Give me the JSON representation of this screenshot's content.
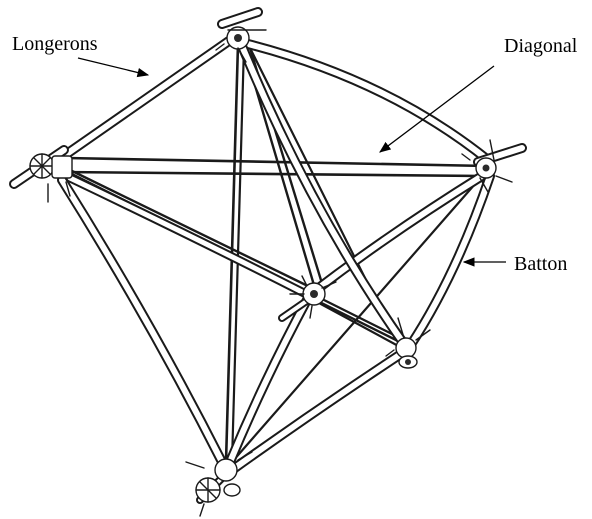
{
  "labels": {
    "longerons": "Longerons",
    "diagonal": "Diagonal",
    "batton": "Batton"
  },
  "colors": {
    "ink": "#1a1a1a",
    "background": "#ffffff"
  }
}
